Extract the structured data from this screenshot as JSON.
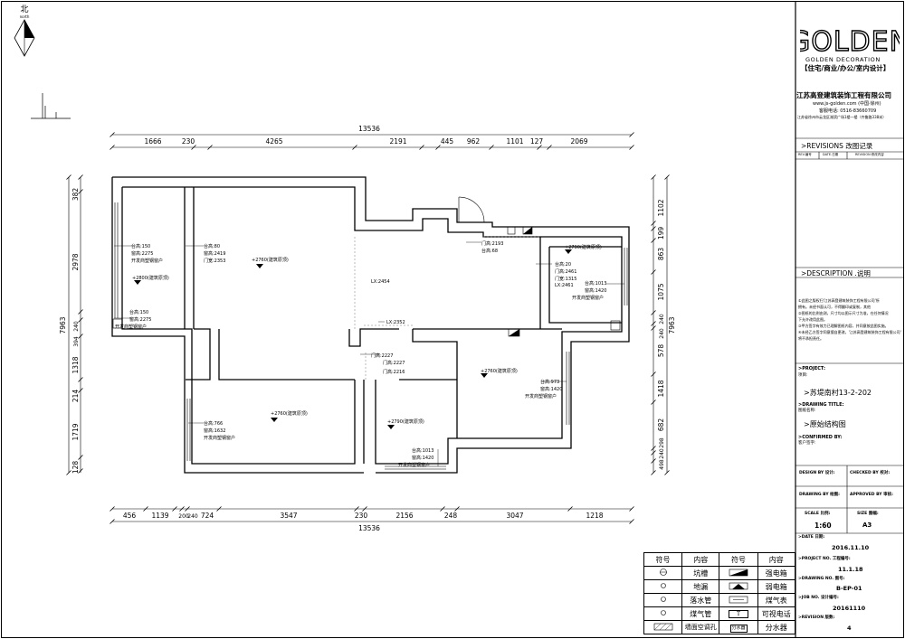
{
  "north": {
    "cn": "北",
    "en": "north"
  },
  "dims_top": {
    "total": "13536",
    "segments": [
      "1666",
      "230",
      "4265",
      "2191",
      "445",
      "962",
      "1101",
      "127",
      "2069"
    ]
  },
  "dims_bottom": {
    "total": "13536",
    "segments": [
      "456",
      "1139",
      "200",
      "240",
      "724",
      "3547",
      "230",
      "2156",
      "248",
      "3047",
      "1218"
    ]
  },
  "dims_left": {
    "total": "7963",
    "segments": [
      "382",
      "2978",
      "240",
      "394",
      "1318",
      "214",
      "1719",
      "128"
    ]
  },
  "dims_right": {
    "total": "7963",
    "segments": [
      "1102",
      "199",
      "863",
      "1075",
      "240",
      "240",
      "578",
      "1418",
      "682",
      "298",
      "240",
      "498"
    ]
  },
  "annotations": {
    "a1": [
      "台高:150",
      "窗高:2275",
      "开发商塑钢窗户"
    ],
    "a2": [
      "台高:80",
      "窗高:2419",
      "门宽:2353"
    ],
    "a3": "+2760(建筑原顶)",
    "a4": "+2800(建筑原顶)",
    "a5": [
      "台高:150",
      "窗高:2275",
      "开发商塑钢窗户"
    ],
    "a6": "LX:2454",
    "a7": [
      "门高:2193",
      "台高:68"
    ],
    "a8": "+2790(建筑原顶)",
    "a9": [
      "台高:20",
      "门高:2461",
      "门宽:1315",
      "LX:2461"
    ],
    "a10": [
      "台高:1013",
      "窗高:1420",
      "开发商塑钢窗户"
    ],
    "a11": "LX:2352",
    "a12": [
      "门高:2227",
      "门高:2227",
      "门高:2216"
    ],
    "a13": "+2760(建筑原顶)",
    "a14": [
      "台高:973",
      "窗高:1420",
      "开发商塑钢窗户"
    ],
    "a15": "+2760(建筑原顶)",
    "a16": [
      "台高:766",
      "窗高:1632",
      "开发商塑钢窗户"
    ],
    "a17": "+2790(建筑原顶)",
    "a18": [
      "台高:1013",
      "窗高:1420",
      "开发商塑钢窗户"
    ]
  },
  "title_block": {
    "logo": "GOLDEN",
    "logo_sub": "GOLDEN DECORATION",
    "services": "【住宅/商业/办公/室内设计】",
    "company": "江苏高登建筑装饰工程有限公司",
    "website": "www.js-golden.com (中国·徐州)",
    "phone": "客服电话: 0516-83660709",
    "address": "江苏省徐州市云龙区湖滨广场1楼一楼（齐鲁路338米）",
    "revisions_label": ">REVISIONS 改图记录",
    "rev_cols": [
      "REV.编号",
      "DATE.日期",
      "REVISION 修改内容"
    ],
    "description_label": ">DESCRIPTION .说明",
    "description_text": [
      "①此图之版权归'江苏高登建筑装饰工程有限公司'所",
      "拥有。未经书面认可，不得翻印或复制，其他",
      "②图纸的比例由测，尺寸均以图示尺寸为准，在任何情况",
      "下允许改用此图。",
      "③甲方签字有效力已理解图纸内容，并同意按此图实施。",
      "④未经乙方签字同意擅自更改，'江苏高登建筑装饰工程有限公司'",
      "将不承担责任。"
    ],
    "project_label": ">PROJECT:",
    "project_sub": "项目:",
    "project": ">苏堤南村13-2-202",
    "drawing_title_label": ">DRAWING TITLE:",
    "drawing_title_sub": "图纸名称:",
    "drawing_title": ">原始结构图",
    "confirmed_label": ">CONFIRMED BY:",
    "confirmed_sub": "客户签字:",
    "design_by": "DESIGN BY 设计:",
    "checked_by": "CHECKED BY 校对:",
    "drawing_by": "DRAWING BY 绘图:",
    "approved_by": "APPROVED BY 审核:",
    "scale_label": "SCALE 比例:",
    "scale": "1:60",
    "size_label": "SIZE 图幅:",
    "size": "A3",
    "date_label": ">DATE 日期:",
    "date": "2016.11.10",
    "project_no_label": ">PROJECT NO. 工程编号:",
    "project_no": "11.1.18",
    "drawing_no_label": ">DRAWING NO. 图号:",
    "drawing_no": "B-EP-01",
    "job_no_label": ">JOB NO. 设计编号:",
    "job_no": "20161110",
    "revision_label": ">REVISION 版数:",
    "revision": "4"
  },
  "legend": {
    "headers": [
      "符号",
      "内容",
      "符号",
      "内容"
    ],
    "rows": [
      {
        "c1": "坑槽",
        "c2": "强电箱"
      },
      {
        "c1": "地漏",
        "c2": "弱电箱"
      },
      {
        "c1": "落水管",
        "c2": "煤气表"
      },
      {
        "c1": "煤气管",
        "c2": "可视电话",
        "sym2": "T"
      },
      {
        "c1": "墙面空调孔",
        "c2": "分水器",
        "sym2": "分水器"
      }
    ]
  }
}
